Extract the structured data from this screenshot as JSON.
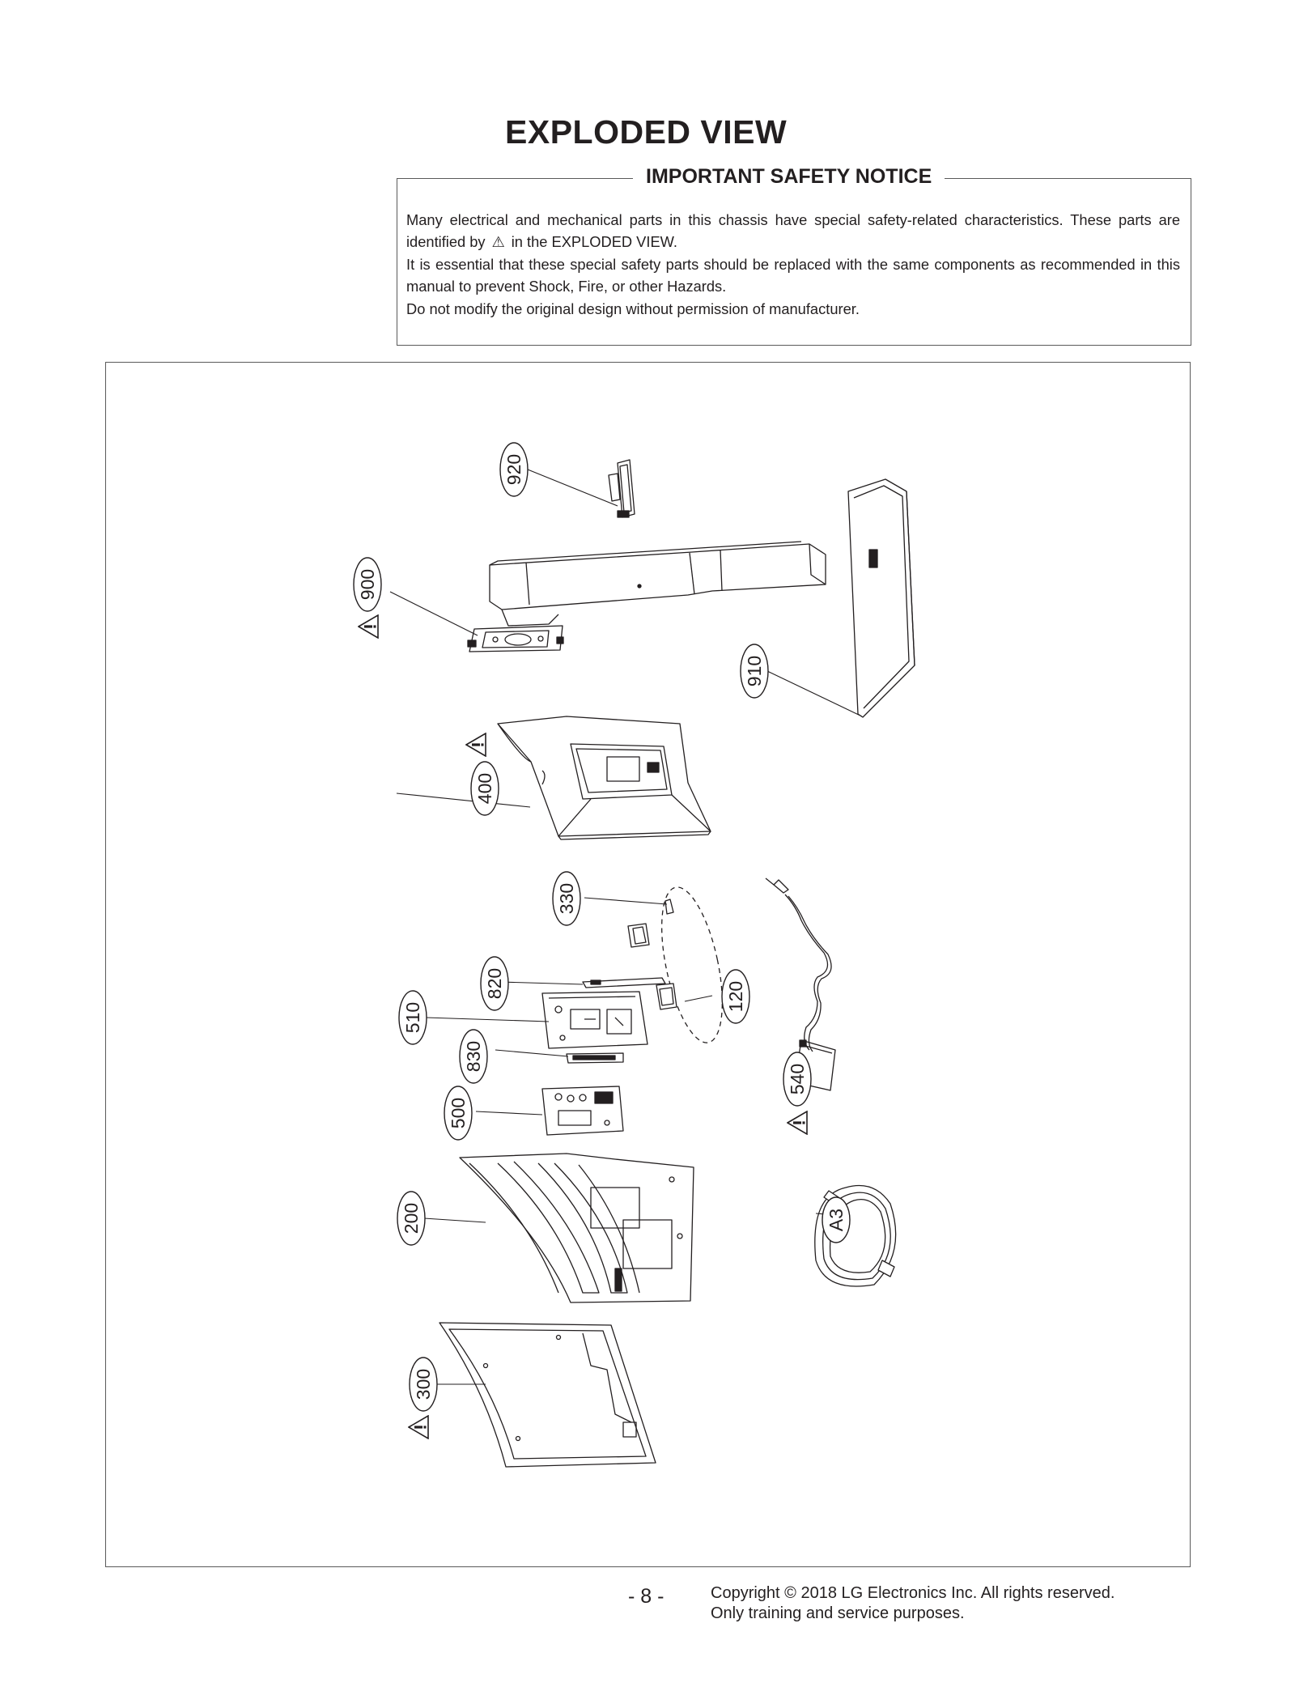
{
  "page_title": "EXPLODED VIEW",
  "notice": {
    "heading": "IMPORTANT SAFETY NOTICE",
    "line1_before": "Many electrical and mechanical parts in this chassis have special safety-related characteristics. These parts are identified by ",
    "warning_glyph": "⚠",
    "line1_after": " in the  EXPLODED VIEW.",
    "line2": "It is essential that these special safety parts should be replaced with the same components as recommended in this manual to prevent Shock, Fire, or other Hazards.",
    "line3": "Do not modify the original design without permission of manufacturer."
  },
  "callouts": {
    "p920": "920",
    "p900": "900",
    "p910": "910",
    "p400": "400",
    "p330": "330",
    "p820": "820",
    "p120": "120",
    "p510": "510",
    "p830": "830",
    "p540": "540",
    "p500": "500",
    "p200": "200",
    "pA3": "A3",
    "p300": "300"
  },
  "safety_marked_parts": [
    "900",
    "400",
    "540",
    "300"
  ],
  "footer": {
    "page_number": "- 8 -",
    "copyright_line1": "Copyright © 2018 LG Electronics Inc. All rights reserved.",
    "copyright_line2": "Only training and service purposes."
  }
}
